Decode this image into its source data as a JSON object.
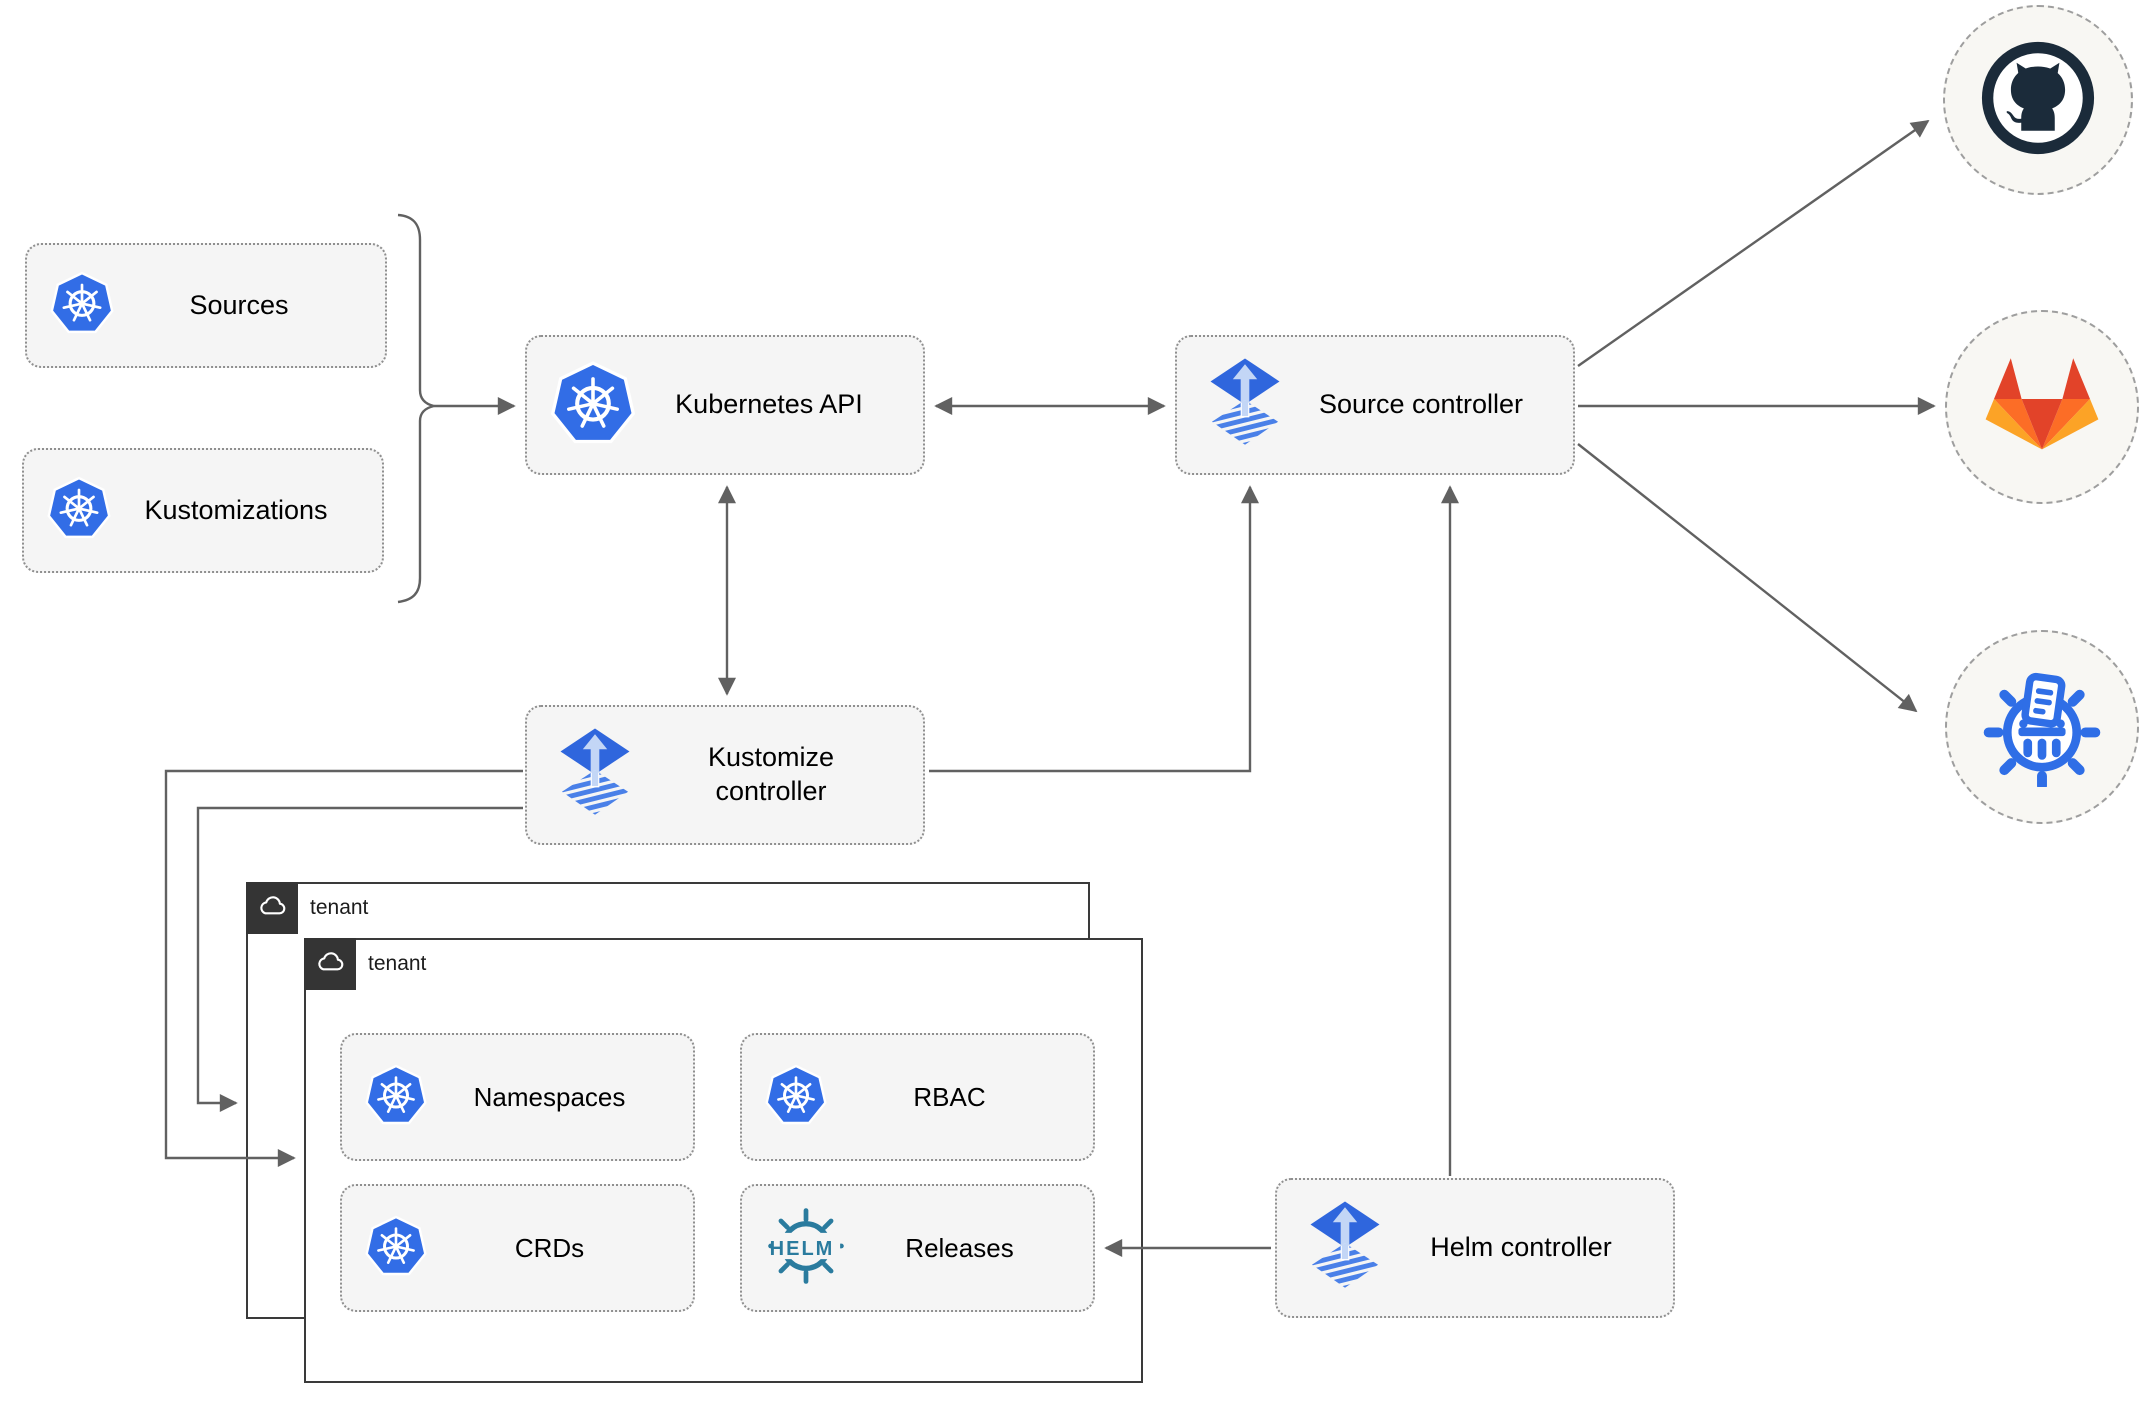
{
  "diagram": {
    "nodes": {
      "sources": {
        "label": "Sources",
        "icon": "kubernetes-icon"
      },
      "kustomizations": {
        "label": "Kustomizations",
        "icon": "kubernetes-icon"
      },
      "kubernetes_api": {
        "label": "Kubernetes API",
        "icon": "kubernetes-icon"
      },
      "source_controller": {
        "label": "Source controller",
        "icon": "flux-icon"
      },
      "kustomize_controller": {
        "label": "Kustomize controller",
        "icon": "flux-icon"
      },
      "helm_controller": {
        "label": "Helm controller",
        "icon": "flux-icon"
      },
      "namespaces": {
        "label": "Namespaces",
        "icon": "kubernetes-icon"
      },
      "rbac": {
        "label": "RBAC",
        "icon": "kubernetes-icon"
      },
      "crds": {
        "label": "CRDs",
        "icon": "kubernetes-icon"
      },
      "releases": {
        "label": "Releases",
        "icon": "helm-icon"
      }
    },
    "groups": [
      {
        "label": "tenant",
        "icon": "cloud-icon"
      },
      {
        "label": "tenant",
        "icon": "cloud-icon"
      }
    ],
    "endpoints": [
      {
        "name": "github",
        "icon": "github-icon"
      },
      {
        "name": "gitlab",
        "icon": "gitlab-icon"
      },
      {
        "name": "registry",
        "icon": "registry-wheel-icon"
      }
    ],
    "helm_logo_text": "HELM",
    "colors": {
      "kubernetes_blue": "#326de6",
      "flux_blue": "#2f66dd",
      "flux_light": "#c3d6f6",
      "helm_teal": "#2a7b9e",
      "github_navy": "#1b2b3a",
      "gitlab_red": "#e24329",
      "gitlab_orange": "#fc6d26",
      "gitlab_light_orange": "#fca326",
      "edge_gray": "#616161",
      "node_fill": "#f5f5f5",
      "tenant_border": "#3a3a3a"
    }
  }
}
